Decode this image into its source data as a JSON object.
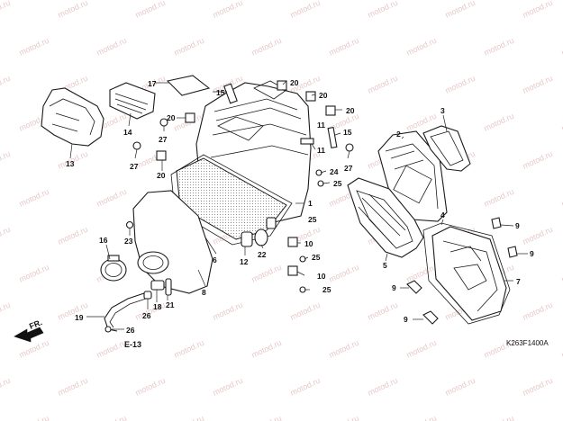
{
  "watermark": {
    "text": "motod.ru",
    "color": "#e8c9c9"
  },
  "diagram": {
    "code": "K263F1400A",
    "front_label": "FR.",
    "ref_label": "E-13",
    "callouts": [
      "1",
      "2",
      "3",
      "4",
      "5",
      "6",
      "7",
      "8",
      "9",
      "9",
      "9",
      "9",
      "10",
      "10",
      "11",
      "11",
      "12",
      "13",
      "14",
      "15",
      "15",
      "16",
      "17",
      "18",
      "19",
      "20",
      "20",
      "20",
      "20",
      "20",
      "21",
      "22",
      "23",
      "24",
      "25",
      "25",
      "25",
      "25",
      "26",
      "26",
      "27",
      "27",
      "27"
    ]
  }
}
